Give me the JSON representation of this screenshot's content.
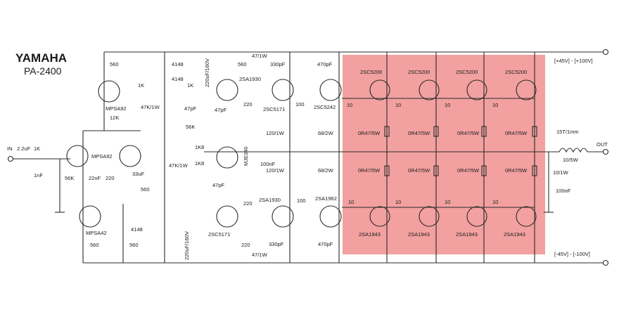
{
  "title": {
    "brand": "YAMAHA",
    "model": "PA-2400"
  },
  "rails": {
    "positive": "[+45V] - [+100V]",
    "negative": "[-45V] - [-100V]"
  },
  "io": {
    "input": "IN",
    "output": "OUT"
  },
  "output_stage": {
    "highlight_color": "#f2a0a0",
    "npn": "2SC5200",
    "pnp": "2SA1943",
    "emitter_resistor": "0R47/5W",
    "base_resistor": "10"
  },
  "labels": {
    "c_in": "2.2uF",
    "r_in": "1K",
    "c_1nF": "1nF",
    "r_56k": "56K",
    "q_mpsa92_top": "MPSA92",
    "r_560_top": "560",
    "r_12k": "12K",
    "r_1k_a": "1K",
    "r_1k_b": "1K",
    "d_4148_a": "4148",
    "d_4148_b": "4148",
    "c_220uf_top": "220uF/160V",
    "r_47k_1w_a": "47K/1W",
    "c_47pf_a": "47pF",
    "c_47pf_b": "47pF",
    "r_560_upper": "560",
    "q_2sa1930_top": "2SA1930",
    "r_47_1w_top": "47/1W",
    "c_330pf_top": "330pF",
    "r_220_top": "220",
    "q_2sc5171_top": "2SC5171",
    "r_100_top": "100",
    "c_470pf_top": "470pF",
    "q_2sc5242": "2SC5242",
    "q_mpsa92_pair": "MPSA92",
    "r_56k_mid": "56K",
    "c_33uf": "33uF",
    "r_560_mid": "560",
    "r_47k_1w_b": "47K/1W",
    "r_1k8_a": "1K8",
    "r_1k8_b": "1K8",
    "q_mje340": "MJE340",
    "c_100nf_mid": "100nF",
    "r_120_1w_a": "120/1W",
    "r_120_1w_b": "120/1W",
    "r_68_2w_a": "68/2W",
    "r_68_2w_b": "68/2W",
    "c_22nf": "22nF",
    "r_220_pair": "220",
    "q_mpsa42": "MPSA42",
    "d_4148_c": "4148",
    "r_560_bl": "560",
    "r_560_bm": "560",
    "c_47pf_low": "47pF",
    "r_220_low": "220",
    "q_2sa1930_low": "2SA1930",
    "q_2sc5171_low": "2SC5171",
    "r_220_bot": "220",
    "c_220uf_bot": "220uF/160V",
    "c_330pf_low": "330pF",
    "r_47_1w_low": "47/1W",
    "r_100_low": "100",
    "q_2sa1962": "2SA1962",
    "c_470pf_low": "470pF",
    "l_out": "15T/1mm",
    "r_10_5w": "10/5W",
    "r_10_1w": "10/1W",
    "c_100nf_out": "100nF"
  }
}
